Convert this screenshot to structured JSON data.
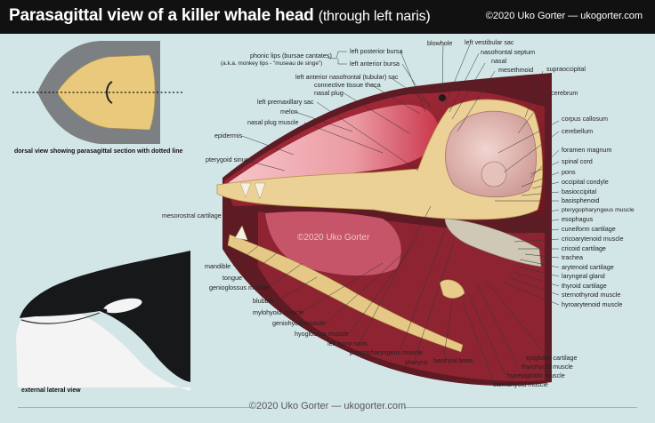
{
  "header": {
    "title": "Parasagittal view of a killer whale head",
    "subtitle": "(through left naris)",
    "credit": "©2020 Uko Gorter — ukogorter.com"
  },
  "footer": {
    "credit": "©2020 Uko Gorter — ukogorter.com"
  },
  "watermark": "©2020 Uko Gorter",
  "insets": {
    "dorsal_caption": "dorsal view showing parasagittal section with dotted line",
    "lateral_caption": "external lateral view"
  },
  "labels": {
    "phonic_lips": "phonic lips (bursae cantates)",
    "monkey_lips": "(a.k.a. monkey lips - \"museau de singe\")",
    "left_posterior_bursa": "left posterior bursa",
    "left_anterior_bursa": "left anterior bursa",
    "left_anterior_nasofrontal_sac": "left anterior nasofrontal (tubular) sac",
    "connective_tissue_theca": "connective tissue theca",
    "nasal_plug": "nasal plug",
    "left_premaxillary_sac": "left premaxillary sac",
    "melon": "melon",
    "nasal_plug_muscle": "nasal plug muscle",
    "epidermis": "epidermis",
    "pterygoid_sinus": "pterygoid sinus",
    "mesorostral_cartilage": "mesorostral cartilage",
    "mandible": "mandible",
    "tongue": "tongue",
    "genioglossus_muscle": "genioglossus muscle",
    "blubber": "blubber",
    "mylohyoid_muscle": "mylohyoid muscle",
    "geniohyoid_muscle": "geniohyoid muscle",
    "hyoglossus_muscle": "hyoglossus muscle",
    "left_bony_naris": "left bony naris",
    "palatopharyngeus_muscle": "palatopharyngeus muscle",
    "pharynx": "pharynx",
    "basihyal_bone": "basihyal bone",
    "blowhole": "blowhole",
    "left_vestibular_sac": "left vestibular sac",
    "nasofrontal_septum": "nasofrontal septum",
    "nasal": "nasal",
    "mesethmoid": "mesethmoid",
    "supraoccipital": "supraoccipital",
    "cerebrum": "cerebrum",
    "corpus_callosum": "corpus callosum",
    "cerebellum": "cerebellum",
    "foramen_magnum": "foramen magnum",
    "spinal_cord": "spinal cord",
    "pons": "pons",
    "occipital_condyle": "occipital condyle",
    "basioccipital": "basioccipital",
    "basisphenoid": "basisphenoid",
    "pterygopharyngeus_muscle": "pterygopharyngeus muscle",
    "esophagus": "esophagus",
    "cuneiform_cartilage": "cuneiform cartilage",
    "cricoarytenoid_muscle": "cricoarytenoid muscle",
    "cricoid_cartilage": "cricoid cartilage",
    "trachea": "trachea",
    "arytenoid_cartilage": "arytenoid cartilage",
    "laryngeal_gland": "laryngeal gland",
    "thyroid_cartilage": "thyroid cartilage",
    "sternothyroid_muscle": "sternothyroid muscle",
    "hyroarytenoid_muscle": "hyroarytenoid muscle",
    "epiglottic_cartilage": "epiglottic cartilage",
    "thyrohyoid_muscle": "thyrohyoid muscle",
    "hyoepiglottic_muscle": "hyoepiglottic muscle",
    "sternohyoid_muscle": "sternohyoid muscle"
  }
}
